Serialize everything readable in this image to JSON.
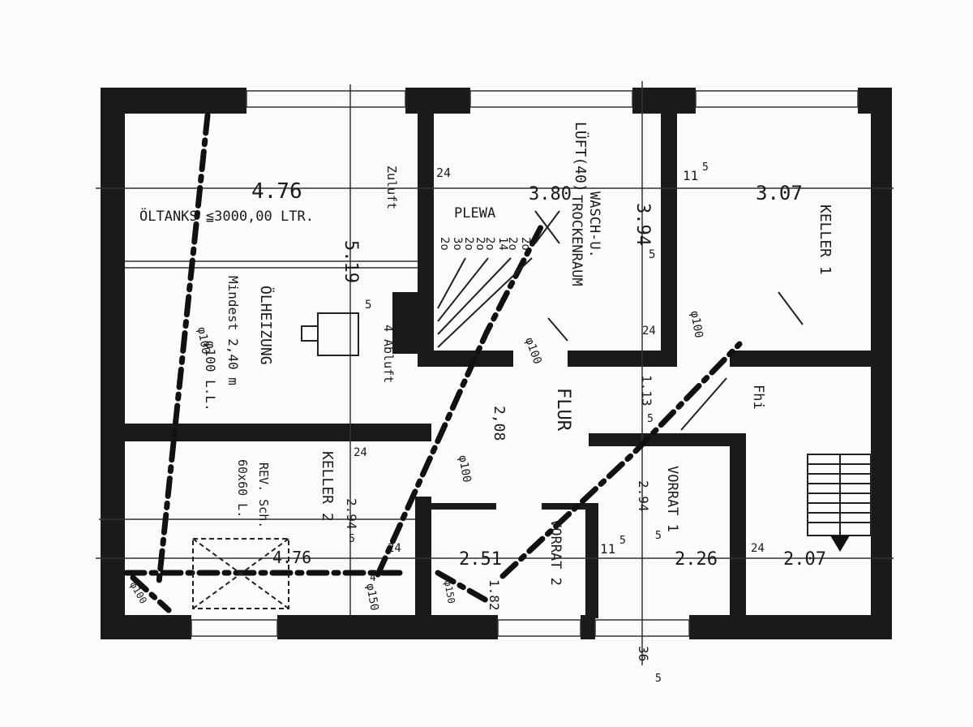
{
  "rooms": {
    "oil_tanks": "ÖLTANKS ≦3000,00 LTR.",
    "heating": "ÖLHEIZUNG",
    "heating_note1": "Mindest 2,40 m",
    "heating_note2": "φ100 L.L.",
    "laundry1": "WASCH-U.",
    "laundry2": "TROCKENRAUM",
    "laundry_vent": "LÜFT(40)",
    "hall": "FLUR",
    "cellar1": "KELLER 1",
    "cellar2": "KELLER 2",
    "pantry1": "VORRAT 1",
    "pantry2": "VORRAT 2",
    "plewa": "PLEWA",
    "rev_shaft1": "REV. Sch.",
    "rev_shaft2": "60x60 L.",
    "supply_air": "Zuluft",
    "exhaust_air": "Abluft",
    "fhi": "Fhi"
  },
  "dimensions": {
    "d476_top": "4.76",
    "d380": "3.80",
    "d307": "3.07",
    "d519": "5.19",
    "d519_sup": "5",
    "d394": "3.94",
    "d394_sup": "5",
    "d24_a": "24",
    "d24_b": "24",
    "d24_c": "24",
    "d24_d": "24",
    "d24_e": "24",
    "d115_a": "11",
    "d115_a_sup": "5",
    "d115_b": "1.13",
    "d115_b_sup": "5",
    "d115_c": "11",
    "d115_c_sup": "5",
    "d208": "2,08",
    "d2945": "2.94",
    "d2945_sup": "5",
    "d295": "2.94",
    "d295_sup": "5",
    "d476_bot": "4.76",
    "d251": "2.51",
    "d226": "2.26",
    "d207": "2.07",
    "d182": "1.82",
    "d365": "36",
    "d365_sup": "5",
    "d4": "4",
    "d4b": "4"
  },
  "pipe_labels": {
    "p100_a": "φ100",
    "p100_b": "φ100",
    "p100_c": "φ100",
    "p100_d": "φ100",
    "p150_a": "φ150",
    "p150_b": "φ150",
    "p100_e": "φ100"
  },
  "duct_labels": {
    "a1": "3o",
    "a2": "2o",
    "b1": "2o",
    "b2": "2o",
    "c1": "14",
    "c2": "2o",
    "d1": "2o",
    "d2": "2o"
  }
}
